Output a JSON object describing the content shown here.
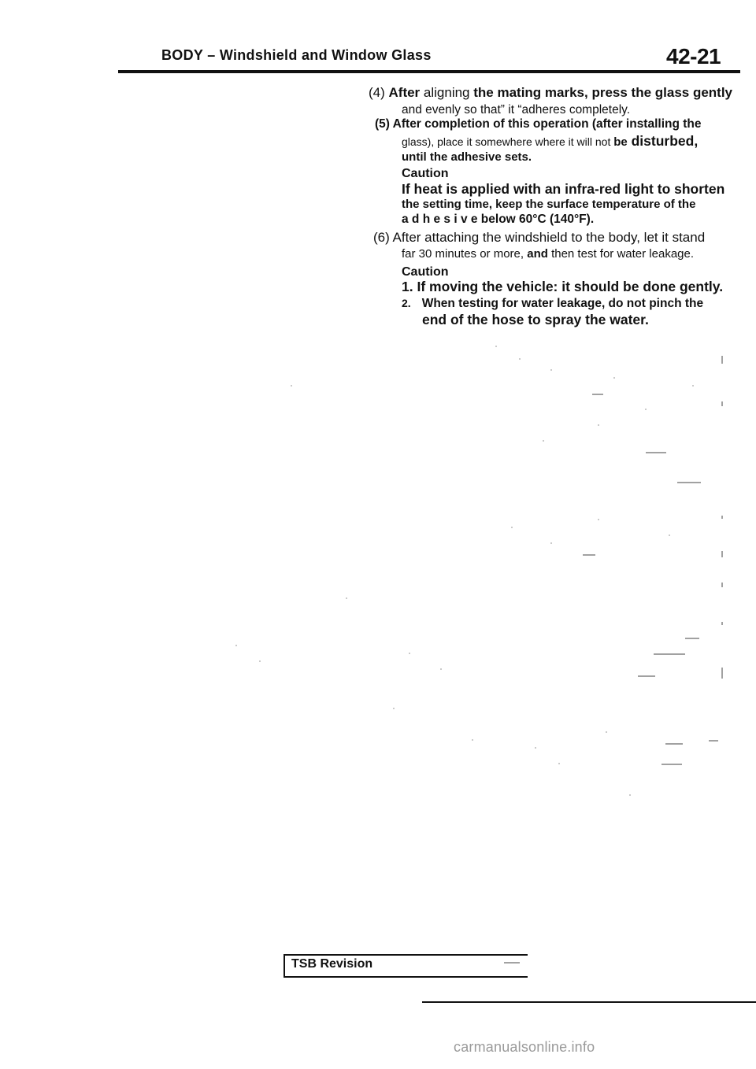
{
  "header": {
    "section_prefix": "BODY",
    "dash": " – ",
    "windshield": "Windshield",
    "and_window": " and Window ",
    "glass": "Glass",
    "page_number": "42-21"
  },
  "steps": {
    "s4_l1_a": "(4) ",
    "s4_l1_b": "After",
    "s4_l1_c": " aligning ",
    "s4_l1_d": "the mating marks, press the glass gently",
    "s4_l2": "and evenly so that” it “adheres completely.",
    "s5_l1_a": "(5) After completion of ",
    "s5_l1_b": "this",
    "s5_l1_c": " operation (after installing the",
    "s5_l2_a": "glass), place it somewhere where it will not ",
    "s5_l2_b": "be",
    "s5_l2_c": " disturbed,",
    "s5_l3": "until the adhesive sets.",
    "caution1_title": "Caution",
    "caution1_l1": "If heat is applied with an infra-red light to shorten",
    "caution1_l2": "the setting time, keep the surface temperature of the",
    "caution1_l3_a": "a d h e s i v e  ",
    "caution1_l3_b": "below 60°C (140°F).",
    "s6_l1": "(6) After attaching the windshield to the body, let it stand",
    "s6_l2_a": "far 30 minutes or more, ",
    "s6_l2_b": "and",
    "s6_l2_c": " then test for water leakage.",
    "caution2_title": "Caution",
    "c2_item1_a": "1. If moving the vehicle: ",
    "c2_item1_b": "it",
    "c2_item1_c": " should be done gently.",
    "c2_item2_num": "2.",
    "c2_item2_a": "When testing for water ",
    "c2_item2_b": "leakage,",
    "c2_item2_c": " do not pinch the",
    "c2_item2_l2_a": "end of the ",
    "c2_item2_l2_b": "hose",
    "c2_item2_l2_c": " to spray the water."
  },
  "footer": {
    "revision_label": "TSB Revision",
    "watermark": "carmanualsonline.info"
  }
}
